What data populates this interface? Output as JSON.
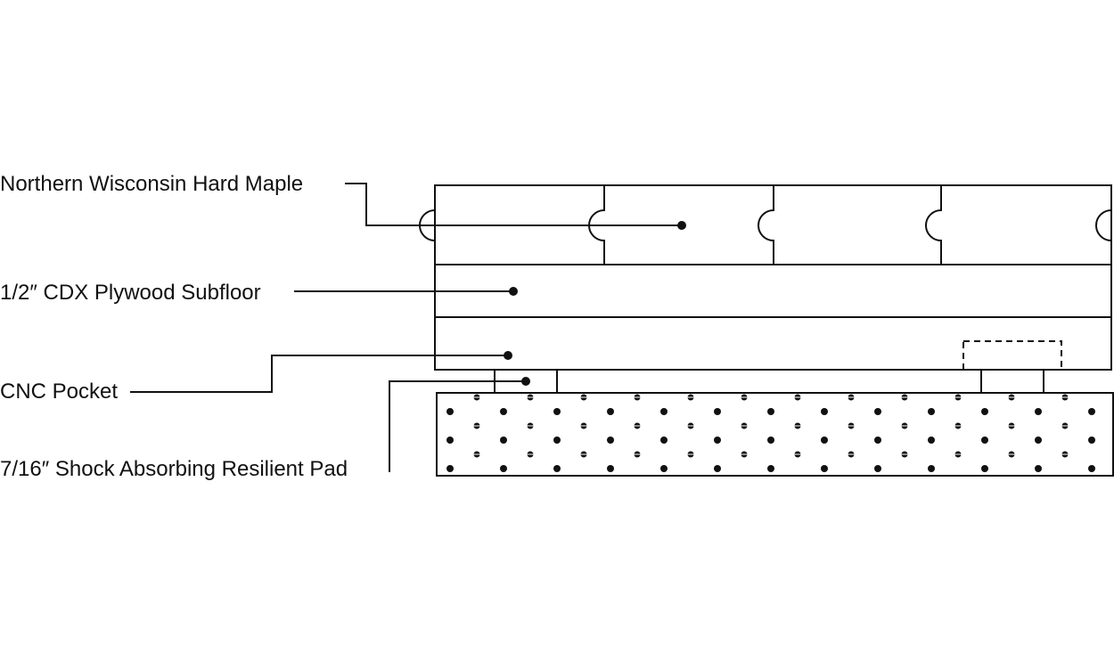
{
  "labels": {
    "maple": "Northern Wisconsin Hard Maple",
    "plywood": "1/2″ CDX Plywood Subfloor",
    "pocket": "CNC Pocket",
    "pad": "7/16″ Shock Absorbing Resilient Pad"
  },
  "colors": {
    "line": "#111111",
    "background": "#ffffff"
  }
}
